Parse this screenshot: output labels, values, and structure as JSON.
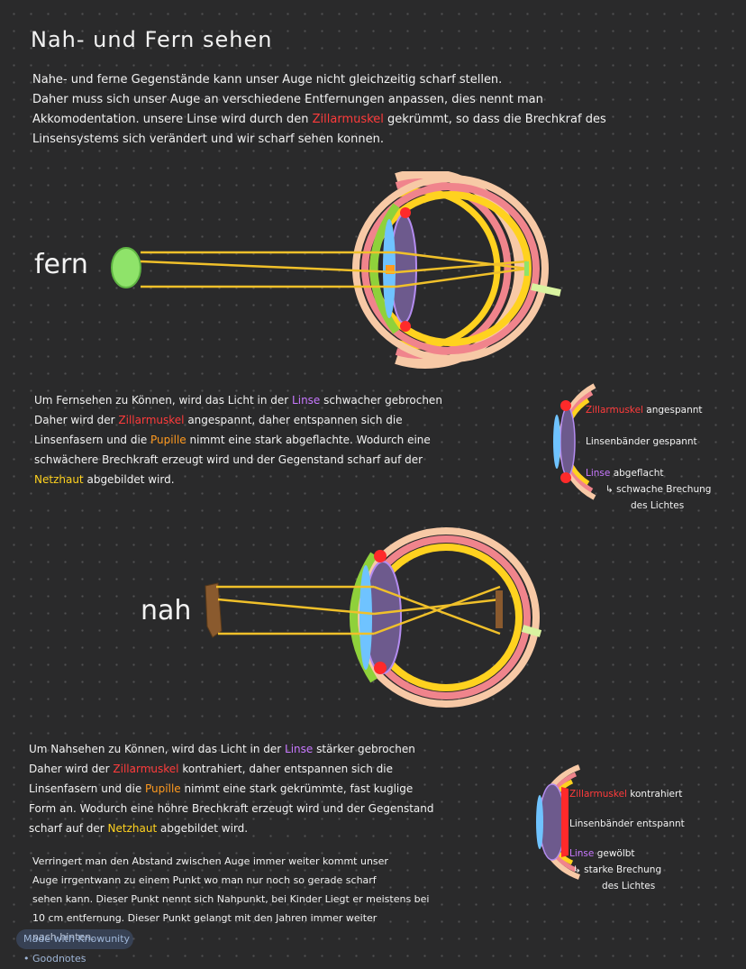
{
  "title": "Nah- und Fern sehen",
  "intro": {
    "l1": "Nahe- und ferne Gegenstände kann unser Auge nicht gleichzeitig scharf stellen.",
    "l2": "Daher muss sich unser Auge an verschiedene Entfernungen anpassen, dies nennt man",
    "l3a": "Akkomodentation. unsere Linse wird durch den",
    "l3b": "Zillarmuskel",
    "l3c": "gekrümmt, so dass die Brechkraf des",
    "l4": "Linsensystems sich verändert und wir scharf sehen konnen."
  },
  "fern": {
    "label": "fern",
    "p1a": "Um Fernsehen zu Können, wird das Licht in der",
    "p1b": "Linse",
    "p1c": "schwacher gebrochen",
    "p2a": "Daher wird der",
    "p2b": "Zillarmuskel",
    "p2c": "angespannt, daher entspannen sich die",
    "p3a": "Linsenfasern und die",
    "p3b": "Pupille",
    "p3c": "nimmt eine stark abgeflachte. Wodurch eine",
    "p4": "schwächere Brechkraft erzeugt wird und der Gegenstand scharf auf der",
    "p5a": "Netzhaut",
    "p5b": "abgebildet wird.",
    "ann1a": "Zillarmuskel",
    "ann1b": "angespannt",
    "ann2": "Linsenbänder gespannt",
    "ann3a": "Linse",
    "ann3b": "abgeflacht",
    "ann4": "↳ schwache Brechung",
    "ann5": "des Lichtes"
  },
  "nah": {
    "label": "nah",
    "p1a": "Um Nahsehen zu Können, wird das Licht in der",
    "p1b": "Linse",
    "p1c": "stärker gebrochen",
    "p2a": "Daher wird der",
    "p2b": "Zillarmuskel",
    "p2c": "kontrahiert, daher entspannen sich die",
    "p3a": "Linsenfasern und die",
    "p3b": "Pupille",
    "p3c": "nimmt eine stark gekrümmte, fast kuglige",
    "p4": "Form an. Wodurch eine höhre Brechkraft erzeugt wird und der Gegenstand",
    "p5a": "scharf auf der",
    "p5b": "Netzhaut",
    "p5c": "abgebildet wird.",
    "ann1a": "Zillarmuskel",
    "ann1b": "kontrahiert",
    "ann2": "Linsenbänder entspannt",
    "ann3a": "Linse",
    "ann3b": "gewölbt",
    "ann4": "↳ starke Brechung",
    "ann5": "des Lichtes"
  },
  "nahpunkt": {
    "l1": "Verringert man den Abstand zwischen Auge immer weiter kommt unser",
    "l2": "Auge irrgentwann zu einem Punkt wo man nur noch so gerade scharf",
    "l3": "sehen kann. Dieser Punkt nennt sich Nahpunkt, bei Kinder Liegt er meistens bei",
    "l4": "10 cm entfernung. Dieser Punkt gelangt mit den Jahren immer weiter",
    "l5": "nach hinten."
  },
  "watermark": "Made with Knowunity • Goodnotes"
}
